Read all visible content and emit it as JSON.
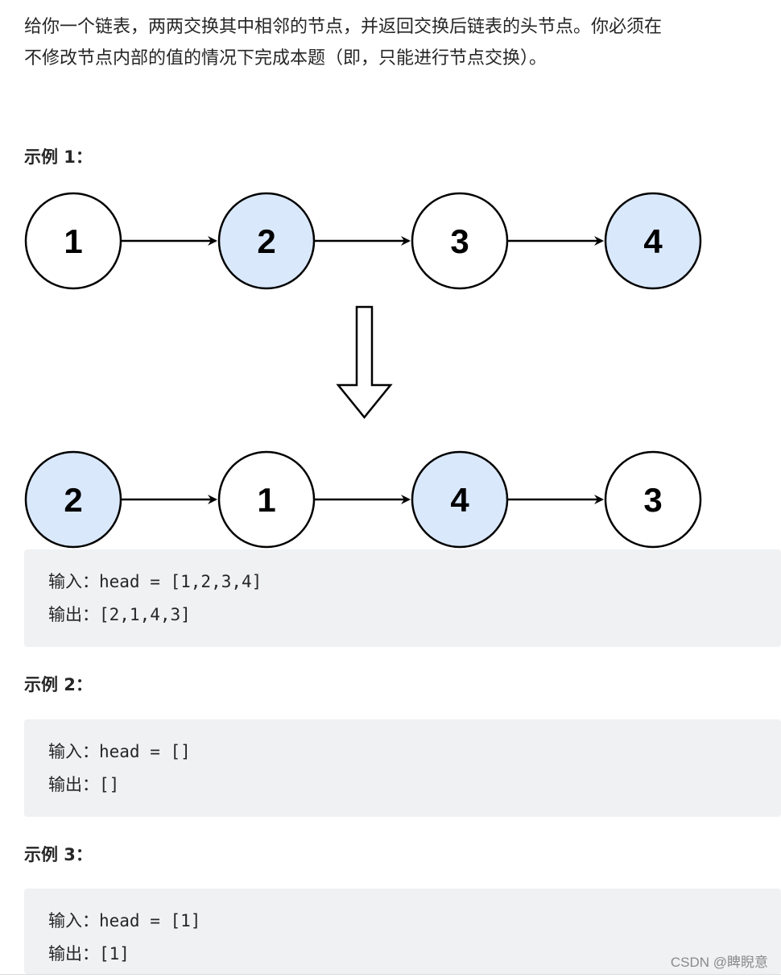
{
  "problem": {
    "line1": "给你一个链表，两两交换其中相邻的节点，并返回交换后链表的头节点。你必须在",
    "line2": "不修改节点内部的值的情况下完成本题（即，只能进行节点交换）。"
  },
  "diagram": {
    "before": [
      "1",
      "2",
      "3",
      "4"
    ],
    "after": [
      "2",
      "1",
      "4",
      "3"
    ],
    "colors": {
      "highlight_fill": "#dae8fc",
      "plain_fill": "#ffffff",
      "stroke": "#000000"
    }
  },
  "examples": [
    {
      "heading": "示例 1：",
      "input": "输入：head = [1,2,3,4]",
      "output": "输出：[2,1,4,3]"
    },
    {
      "heading": "示例 2：",
      "input": "输入：head = []",
      "output": "输出：[]"
    },
    {
      "heading": "示例 3：",
      "input": "输入：head = [1]",
      "output": "输出：[1]"
    }
  ],
  "watermark": "CSDN @睥睨意"
}
